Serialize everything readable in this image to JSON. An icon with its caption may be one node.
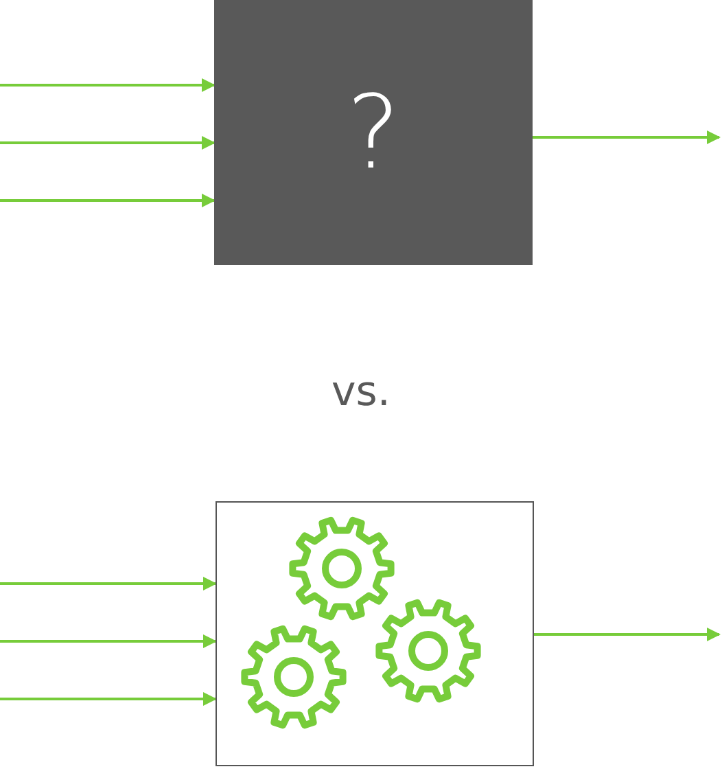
{
  "diagram": {
    "nodes": [
      {
        "text": [
          "?"
        ]
      },
      {
        "text": [],
        "shape": "box"
      }
    ],
    "edges": [
      {
        "from": null,
        "to": 0,
        "arrow": "to"
      },
      {
        "from": null,
        "to": 0,
        "arrow": "to"
      },
      {
        "from": null,
        "to": 0,
        "arrow": "to"
      },
      {
        "from": 0,
        "to": null,
        "arrow": "to"
      },
      {
        "from": null,
        "to": 1,
        "arrow": "to"
      },
      {
        "from": null,
        "to": 1,
        "arrow": "to"
      },
      {
        "from": null,
        "to": 1,
        "arrow": "to"
      },
      {
        "from": 1,
        "to": null,
        "arrow": "to"
      }
    ],
    "labels": [
      "vs."
    ]
  }
}
